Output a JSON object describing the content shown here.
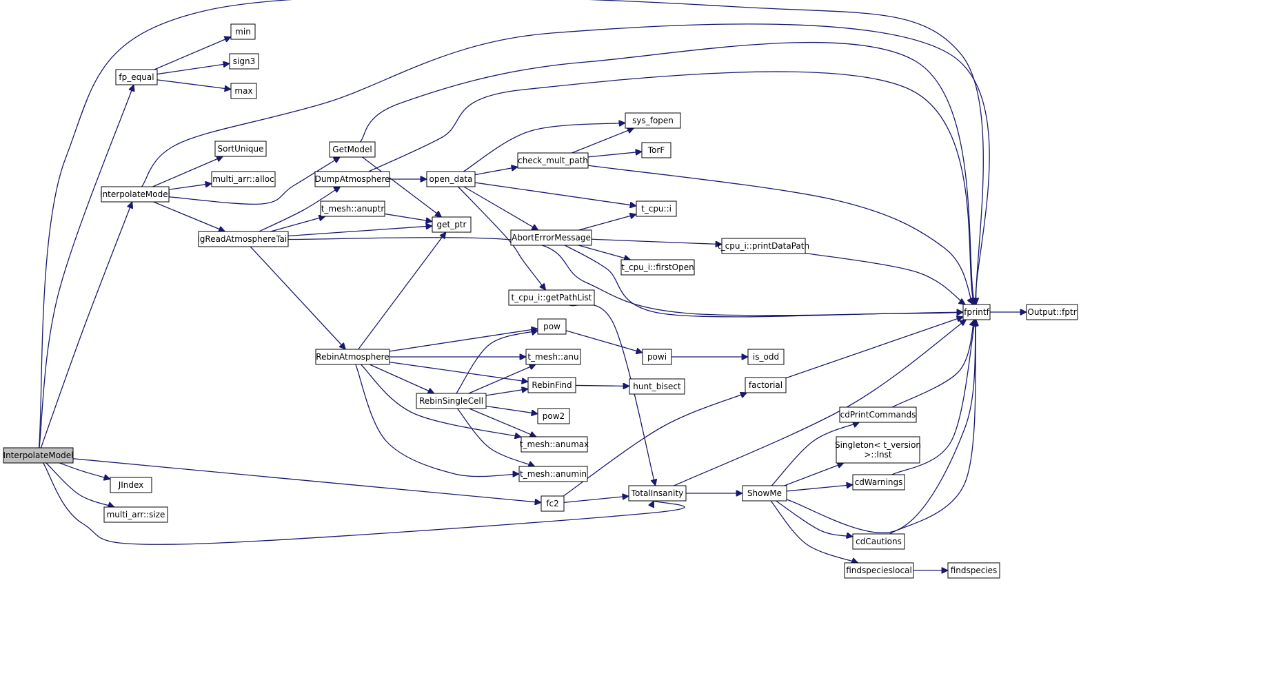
{
  "colors": {
    "edge": "#191970",
    "node_fill": "#ffffff",
    "root_fill": "#bfbfbf",
    "node_border": "#000000"
  },
  "root": "InterpolateModel",
  "nodes": [
    {
      "id": "root",
      "label": "InterpolateModel",
      "root": true
    },
    {
      "id": "fp_equal",
      "label": "fp_equal"
    },
    {
      "id": "min",
      "label": "min"
    },
    {
      "id": "sign3",
      "label": "sign3"
    },
    {
      "id": "max",
      "label": "max"
    },
    {
      "id": "interpmodel2",
      "label": "InterpolateModel"
    },
    {
      "id": "sortunique",
      "label": "SortUnique"
    },
    {
      "id": "multi_alloc",
      "label": "multi_arr::alloc"
    },
    {
      "id": "getmodel",
      "label": "GetModel"
    },
    {
      "id": "dumpatm",
      "label": "DumpAtmosphere"
    },
    {
      "id": "anuptr",
      "label": "t_mesh::anuptr"
    },
    {
      "id": "get_ptr",
      "label": "get_ptr"
    },
    {
      "id": "lgread",
      "label": "lgReadAtmosphereTail"
    },
    {
      "id": "open_data",
      "label": "open_data"
    },
    {
      "id": "check_mult",
      "label": "check_mult_path"
    },
    {
      "id": "sys_fopen",
      "label": "sys_fopen"
    },
    {
      "id": "torf",
      "label": "TorF"
    },
    {
      "id": "t_cpu_i",
      "label": "t_cpu::i"
    },
    {
      "id": "aborterr",
      "label": "AbortErrorMessage"
    },
    {
      "id": "printdatapath",
      "label": "t_cpu_i::printDataPath"
    },
    {
      "id": "firstopen",
      "label": "t_cpu_i::firstOpen"
    },
    {
      "id": "getpathlist",
      "label": "t_cpu_i::getPathList"
    },
    {
      "id": "fprintf",
      "label": "fprintf"
    },
    {
      "id": "output_fptr",
      "label": "Output::fptr"
    },
    {
      "id": "rebinatm",
      "label": "RebinAtmosphere"
    },
    {
      "id": "pow",
      "label": "pow"
    },
    {
      "id": "powi",
      "label": "powi"
    },
    {
      "id": "is_odd",
      "label": "is_odd"
    },
    {
      "id": "anu",
      "label": "t_mesh::anu"
    },
    {
      "id": "rebinfind",
      "label": "RebinFind"
    },
    {
      "id": "hunt_bisect",
      "label": "hunt_bisect"
    },
    {
      "id": "rebinsingle",
      "label": "RebinSingleCell"
    },
    {
      "id": "pow2",
      "label": "pow2"
    },
    {
      "id": "anumax",
      "label": "t_mesh::anumax"
    },
    {
      "id": "anumin",
      "label": "t_mesh::anumin"
    },
    {
      "id": "factorial",
      "label": "factorial"
    },
    {
      "id": "cdprintcmds",
      "label": "cdPrintCommands"
    },
    {
      "id": "singleton",
      "label": "Singleton< t_version\n>::Inst"
    },
    {
      "id": "cdwarnings",
      "label": "cdWarnings"
    },
    {
      "id": "cdcautions",
      "label": "cdCautions"
    },
    {
      "id": "jindex",
      "label": "JIndex"
    },
    {
      "id": "multi_size",
      "label": "multi_arr::size"
    },
    {
      "id": "fc2",
      "label": "fc2"
    },
    {
      "id": "totalinsanity",
      "label": "TotalInsanity"
    },
    {
      "id": "showme",
      "label": "ShowMe"
    },
    {
      "id": "findspecieslocal",
      "label": "findspecieslocal"
    },
    {
      "id": "findspecies",
      "label": "findspecies"
    }
  ],
  "edges": [
    [
      "root",
      "fp_equal"
    ],
    [
      "root",
      "fprintf"
    ],
    [
      "root",
      "interpmodel2"
    ],
    [
      "root",
      "jindex"
    ],
    [
      "root",
      "multi_size"
    ],
    [
      "root",
      "fc2"
    ],
    [
      "root",
      "totalinsanity"
    ],
    [
      "fp_equal",
      "min"
    ],
    [
      "fp_equal",
      "sign3"
    ],
    [
      "fp_equal",
      "max"
    ],
    [
      "interpmodel2",
      "fprintf"
    ],
    [
      "interpmodel2",
      "sortunique"
    ],
    [
      "interpmodel2",
      "multi_alloc"
    ],
    [
      "interpmodel2",
      "getmodel"
    ],
    [
      "interpmodel2",
      "lgread"
    ],
    [
      "getmodel",
      "fprintf"
    ],
    [
      "getmodel",
      "get_ptr"
    ],
    [
      "dumpatm",
      "fprintf"
    ],
    [
      "dumpatm",
      "open_data"
    ],
    [
      "lgread",
      "dumpatm"
    ],
    [
      "lgread",
      "anuptr"
    ],
    [
      "lgread",
      "get_ptr"
    ],
    [
      "lgread",
      "fprintf"
    ],
    [
      "lgread",
      "rebinatm"
    ],
    [
      "anuptr",
      "get_ptr"
    ],
    [
      "open_data",
      "sys_fopen"
    ],
    [
      "open_data",
      "check_mult"
    ],
    [
      "open_data",
      "t_cpu_i"
    ],
    [
      "open_data",
      "aborterr"
    ],
    [
      "open_data",
      "getpathlist"
    ],
    [
      "check_mult",
      "sys_fopen"
    ],
    [
      "check_mult",
      "torf"
    ],
    [
      "check_mult",
      "fprintf"
    ],
    [
      "aborterr",
      "t_cpu_i"
    ],
    [
      "aborterr",
      "printdatapath"
    ],
    [
      "aborterr",
      "firstopen"
    ],
    [
      "aborterr",
      "fprintf"
    ],
    [
      "printdatapath",
      "fprintf"
    ],
    [
      "getpathlist",
      "totalinsanity"
    ],
    [
      "fprintf",
      "output_fptr"
    ],
    [
      "rebinatm",
      "get_ptr"
    ],
    [
      "rebinatm",
      "pow"
    ],
    [
      "rebinatm",
      "anu"
    ],
    [
      "rebinatm",
      "rebinfind"
    ],
    [
      "rebinatm",
      "rebinsingle"
    ],
    [
      "rebinatm",
      "anumax"
    ],
    [
      "rebinatm",
      "anumin"
    ],
    [
      "rebinsingle",
      "pow"
    ],
    [
      "rebinsingle",
      "anu"
    ],
    [
      "rebinsingle",
      "rebinfind"
    ],
    [
      "rebinsingle",
      "pow2"
    ],
    [
      "rebinsingle",
      "anumax"
    ],
    [
      "rebinsingle",
      "anumin"
    ],
    [
      "pow",
      "powi"
    ],
    [
      "powi",
      "is_odd"
    ],
    [
      "rebinfind",
      "hunt_bisect"
    ],
    [
      "fc2",
      "factorial"
    ],
    [
      "fc2",
      "totalinsanity"
    ],
    [
      "factorial",
      "fprintf"
    ],
    [
      "totalinsanity",
      "fprintf"
    ],
    [
      "totalinsanity",
      "showme"
    ],
    [
      "showme",
      "cdprintcmds"
    ],
    [
      "showme",
      "singleton"
    ],
    [
      "showme",
      "cdwarnings"
    ],
    [
      "showme",
      "fprintf"
    ],
    [
      "showme",
      "cdcautions"
    ],
    [
      "showme",
      "findspecieslocal"
    ],
    [
      "cdprintcmds",
      "fprintf"
    ],
    [
      "cdwarnings",
      "fprintf"
    ],
    [
      "cdcautions",
      "fprintf"
    ],
    [
      "findspecieslocal",
      "findspecies"
    ]
  ]
}
